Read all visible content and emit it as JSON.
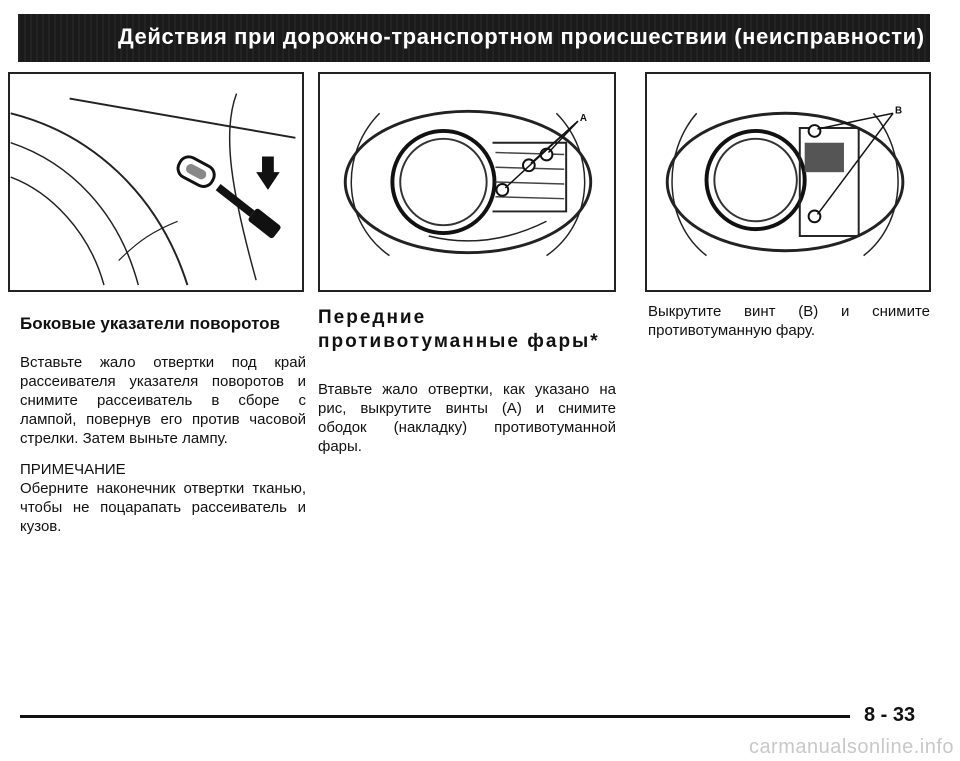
{
  "header": {
    "title": "Действия при дорожно-транспортном происшествии (неисправности)"
  },
  "figures": {
    "middle": {
      "callout": "A"
    },
    "right": {
      "callout": "B"
    }
  },
  "columns": {
    "left": {
      "heading": "Боковые указатели поворотов",
      "paragraph": "Вставьте жало отвертки под край рассеивателя указателя поворотов и снимите рассеиватель в сборе с лампой, повернув его против часовой стрелки. Затем выньте лампу.",
      "note_title": "ПРИМЕЧАНИЕ",
      "note_text": "Оберните наконечник отвертки тканью, чтобы не поцарапать рассеиватель и кузов."
    },
    "middle": {
      "heading": "Передние противотуманные фары*",
      "paragraph": "Втавьте жало отвертки, как указано на рис, выкрутите винты (А) и снимите ободок (накладку) противотуманной фары."
    },
    "right": {
      "paragraph": "Выкрутите винт (В) и снимите противотуманную фару."
    }
  },
  "footer": {
    "page_number": "8 - 33"
  },
  "watermark": "carmanualsonline.info"
}
